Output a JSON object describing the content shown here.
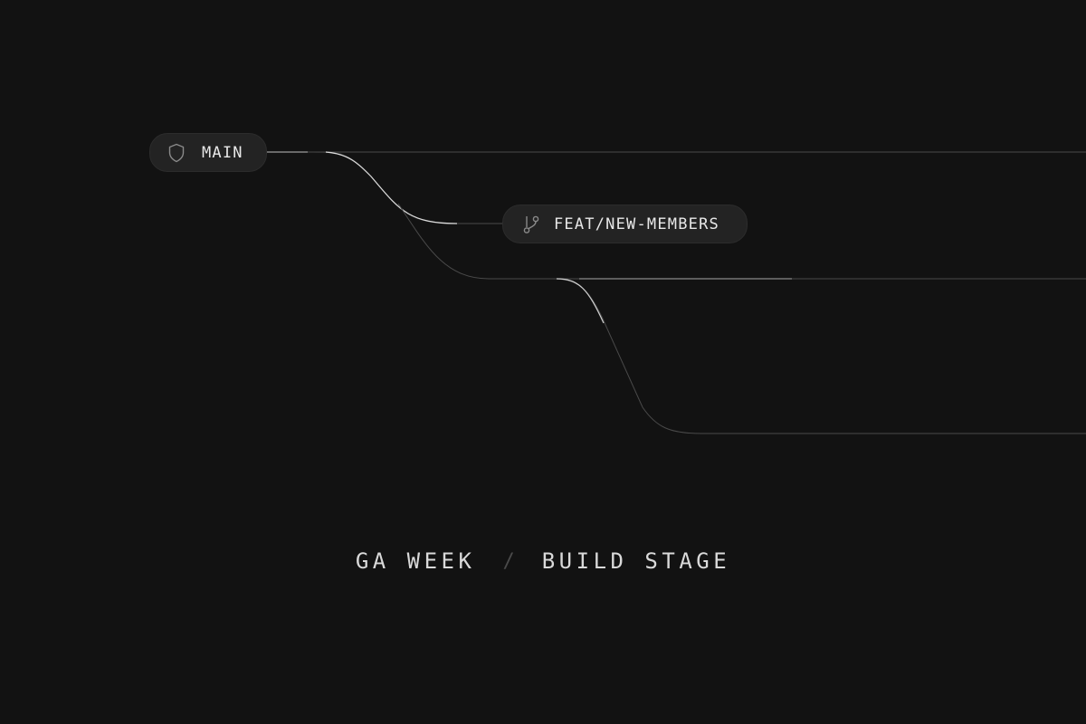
{
  "branches": {
    "main": {
      "label": "MAIN",
      "icon": "shield-icon"
    },
    "feature": {
      "label": "FEAT/NEW-MEMBERS",
      "icon": "git-branch-icon"
    }
  },
  "caption": {
    "left": "GA WEEK",
    "separator": "/",
    "right": "BUILD STAGE"
  },
  "colors": {
    "background": "#121212",
    "pill": "#232323",
    "line": "#4a4a4a",
    "highlight": "#d8d8d8",
    "text": "#e8e8e8"
  }
}
